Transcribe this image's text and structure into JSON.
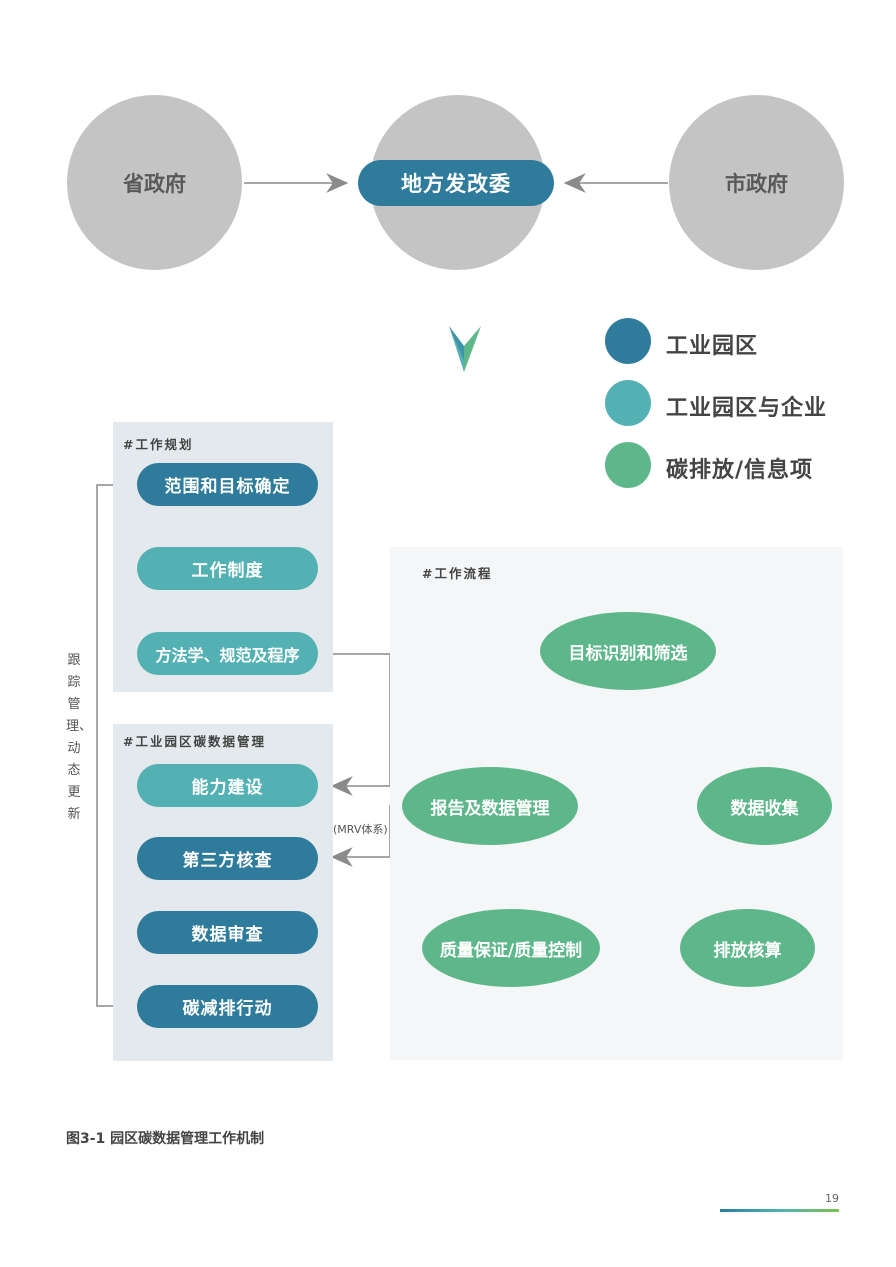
{
  "top": {
    "left": "省政府",
    "center": "地方发改委",
    "right": "市政府"
  },
  "legend": [
    {
      "label": "工业园区",
      "color": "#2e7b9c"
    },
    {
      "label": "工业园区与企业",
      "color": "#53b1b3"
    },
    {
      "label": "碳排放/信息项",
      "color": "#5eb78a"
    }
  ],
  "planning": {
    "title": "#工作规划",
    "items": [
      "范围和目标确定",
      "工作制度",
      "方法学、规范及程序"
    ]
  },
  "management": {
    "title": "#工业园区碳数据管理",
    "items": [
      "能力建设",
      "第三方核查",
      "数据审查",
      "碳减排行动"
    ]
  },
  "flow": {
    "title": "#工作流程",
    "steps": [
      "目标识别和筛选",
      "数据收集",
      "排放核算",
      "质量保证/质量控制",
      "报告及数据管理"
    ]
  },
  "side_label": "跟踪管理、动态更新",
  "mrv_label": "(MRV体系)",
  "caption": "图3-1 园区碳数据管理工作机制",
  "page_number": "19",
  "colors": {
    "dark_blue": "#2e7b9c",
    "teal": "#53b1b3",
    "green": "#5eb78a",
    "gray": "#c4c4c4"
  }
}
